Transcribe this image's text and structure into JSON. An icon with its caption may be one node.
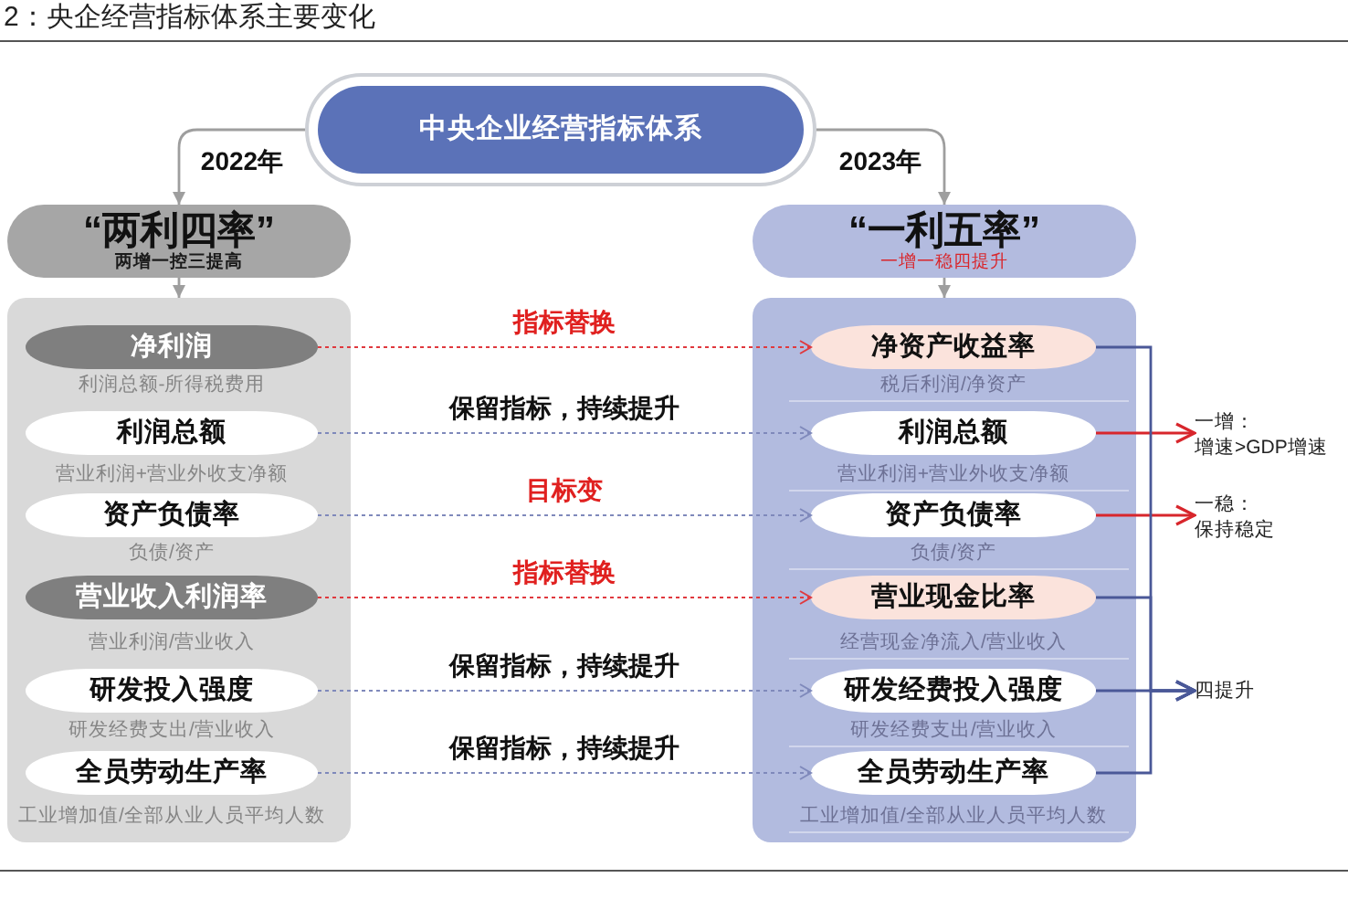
{
  "diagram": {
    "title": "2：央企经营指标体系主要变化",
    "nodes": [
      {
        "text": [
          "中央企业经营指标体系"
        ]
      },
      {
        "text": [
          "“两利四率”",
          "两增一控三提高"
        ]
      },
      {
        "text": [],
        "shape": "box"
      },
      {
        "text": [
          "净利润"
        ],
        "beside": [
          "利润总额-所得税费用"
        ],
        "in": 2
      },
      {
        "text": [
          "利润总额"
        ],
        "beside": [
          "营业利润+营业外收支净额"
        ],
        "in": 2
      },
      {
        "text": [
          "资产负债率"
        ],
        "beside": [
          "负债/资产"
        ],
        "in": 2
      },
      {
        "text": [
          "营业收入利润率"
        ],
        "beside": [
          "营业利润/营业收入"
        ],
        "in": 2
      },
      {
        "text": [
          "研发投入强度"
        ],
        "beside": [
          "研发经费支出/营业收入"
        ],
        "in": 2
      },
      {
        "text": [
          "全员劳动生产率"
        ],
        "beside": [
          "工业增加值/全部从业人员平均人数"
        ],
        "in": 2
      },
      {
        "text": [
          "“一利五率”",
          "一增一稳四提升"
        ]
      },
      {
        "text": [],
        "shape": "box"
      },
      {
        "text": [
          "净资产收益率"
        ],
        "beside": [
          "税后利润/净资产"
        ],
        "in": 10
      },
      {
        "text": [
          "利润总额"
        ],
        "beside": [
          "营业利润+营业外收支净额"
        ],
        "in": 10
      },
      {
        "text": [
          "资产负债率"
        ],
        "beside": [
          "负债/资产"
        ],
        "in": 10
      },
      {
        "text": [
          "营业现金比率"
        ],
        "beside": [
          "经营现金净流入/营业收入"
        ],
        "in": 10
      },
      {
        "text": [
          "研发经费投入强度"
        ],
        "beside": [
          "研发经费支出/营业收入"
        ],
        "in": 10
      },
      {
        "text": [
          "全员劳动生产率"
        ],
        "beside": [
          "工业增加值/全部从业人员平均人数"
        ],
        "in": 10
      },
      {
        "text": [
          "一增：",
          "增速>GDP增速"
        ]
      },
      {
        "text": [
          "一稳：",
          "保持稳定"
        ]
      },
      {
        "text": [
          "四提升"
        ]
      }
    ],
    "edges": [
      {
        "from": 0,
        "to": 1,
        "arrow": "to",
        "label": "2022年",
        "color": "#9e9e9e"
      },
      {
        "from": 0,
        "to": 9,
        "arrow": "to",
        "label": "2023年",
        "color": "#9e9e9e"
      },
      {
        "from": 1,
        "to": 2,
        "arrow": "to",
        "color": "#9e9e9e"
      },
      {
        "from": 9,
        "to": 10,
        "arrow": "to",
        "color": "#9e9e9e"
      },
      {
        "from": 3,
        "to": 11,
        "arrow": "to",
        "label": "指标替换",
        "style": "dashed",
        "color": "#e0393e"
      },
      {
        "from": 4,
        "to": 12,
        "arrow": "to",
        "label": "保留指标，持续提升",
        "style": "dashed"
      },
      {
        "from": 5,
        "to": 13,
        "arrow": "to",
        "label": "目标变",
        "style": "dashed"
      },
      {
        "from": 6,
        "to": 14,
        "arrow": "to",
        "label": "指标替换",
        "style": "dashed",
        "color": "#e0393e"
      },
      {
        "from": 7,
        "to": 15,
        "arrow": "to",
        "label": "保留指标，持续提升",
        "style": "dashed"
      },
      {
        "from": 8,
        "to": 16,
        "arrow": "to",
        "label": "保留指标，持续提升",
        "style": "dashed"
      },
      {
        "from": 12,
        "to": 17,
        "arrow": "to",
        "color": "#d8262c"
      },
      {
        "from": 13,
        "to": 18,
        "arrow": "to",
        "color": "#d8262c"
      },
      {
        "from": 11,
        "to": 19,
        "arrow": "to",
        "color": "#4a5898"
      },
      {
        "from": 14,
        "to": 19,
        "arrow": "to",
        "color": "#4a5898"
      },
      {
        "from": 15,
        "to": 19,
        "arrow": "to",
        "color": "#4a5898"
      },
      {
        "from": 16,
        "to": 19,
        "arrow": "to",
        "color": "#4a5898"
      }
    ]
  }
}
